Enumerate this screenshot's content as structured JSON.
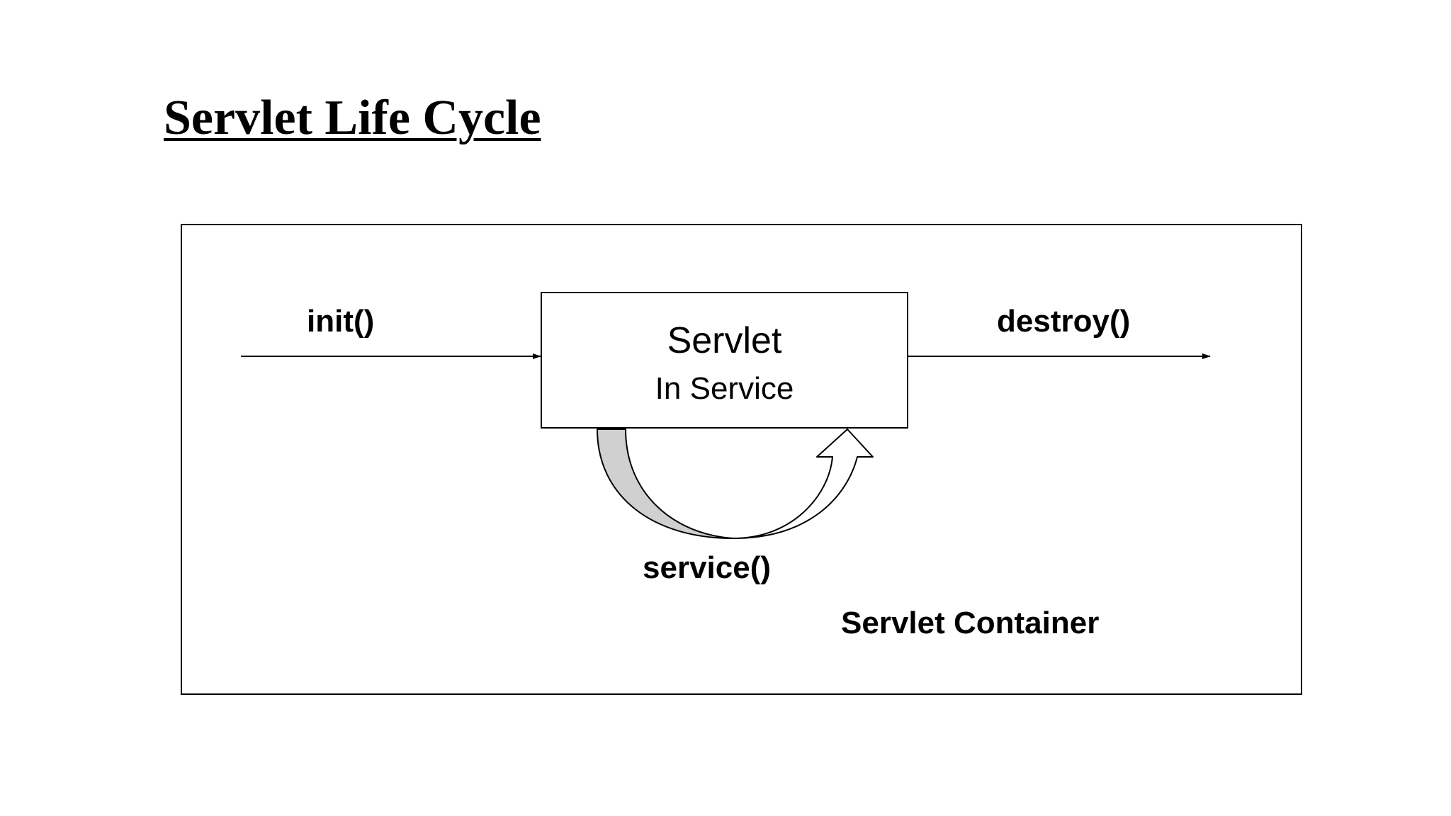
{
  "title": "Servlet Life Cycle",
  "servlet": {
    "name": "Servlet",
    "state": "In Service"
  },
  "methods": {
    "init": "init()",
    "destroy": "destroy()",
    "service": "service()"
  },
  "container_label": "Servlet Container",
  "colors": {
    "stroke": "#000000",
    "arrow_shadow": "#d0d0d0",
    "background": "#ffffff"
  }
}
